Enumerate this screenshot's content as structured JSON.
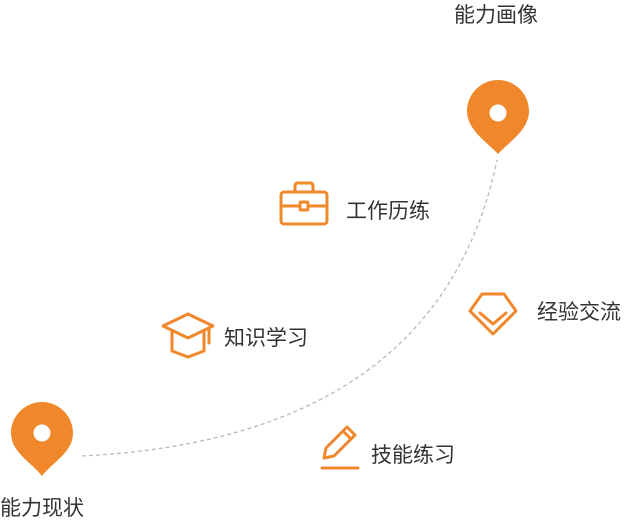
{
  "colors": {
    "accent": "#f0882b",
    "path_line": "#b9b9b9",
    "text": "#333333"
  },
  "start": {
    "label": "能力现状",
    "icon": "map-pin-icon"
  },
  "end": {
    "label": "能力画像",
    "icon": "map-pin-icon"
  },
  "stages": [
    {
      "label": "工作历练",
      "icon": "briefcase-icon"
    },
    {
      "label": "知识学习",
      "icon": "graduation-cap-icon"
    },
    {
      "label": "经验交流",
      "icon": "diamond-check-icon"
    },
    {
      "label": "技能练习",
      "icon": "pencil-icon"
    }
  ]
}
